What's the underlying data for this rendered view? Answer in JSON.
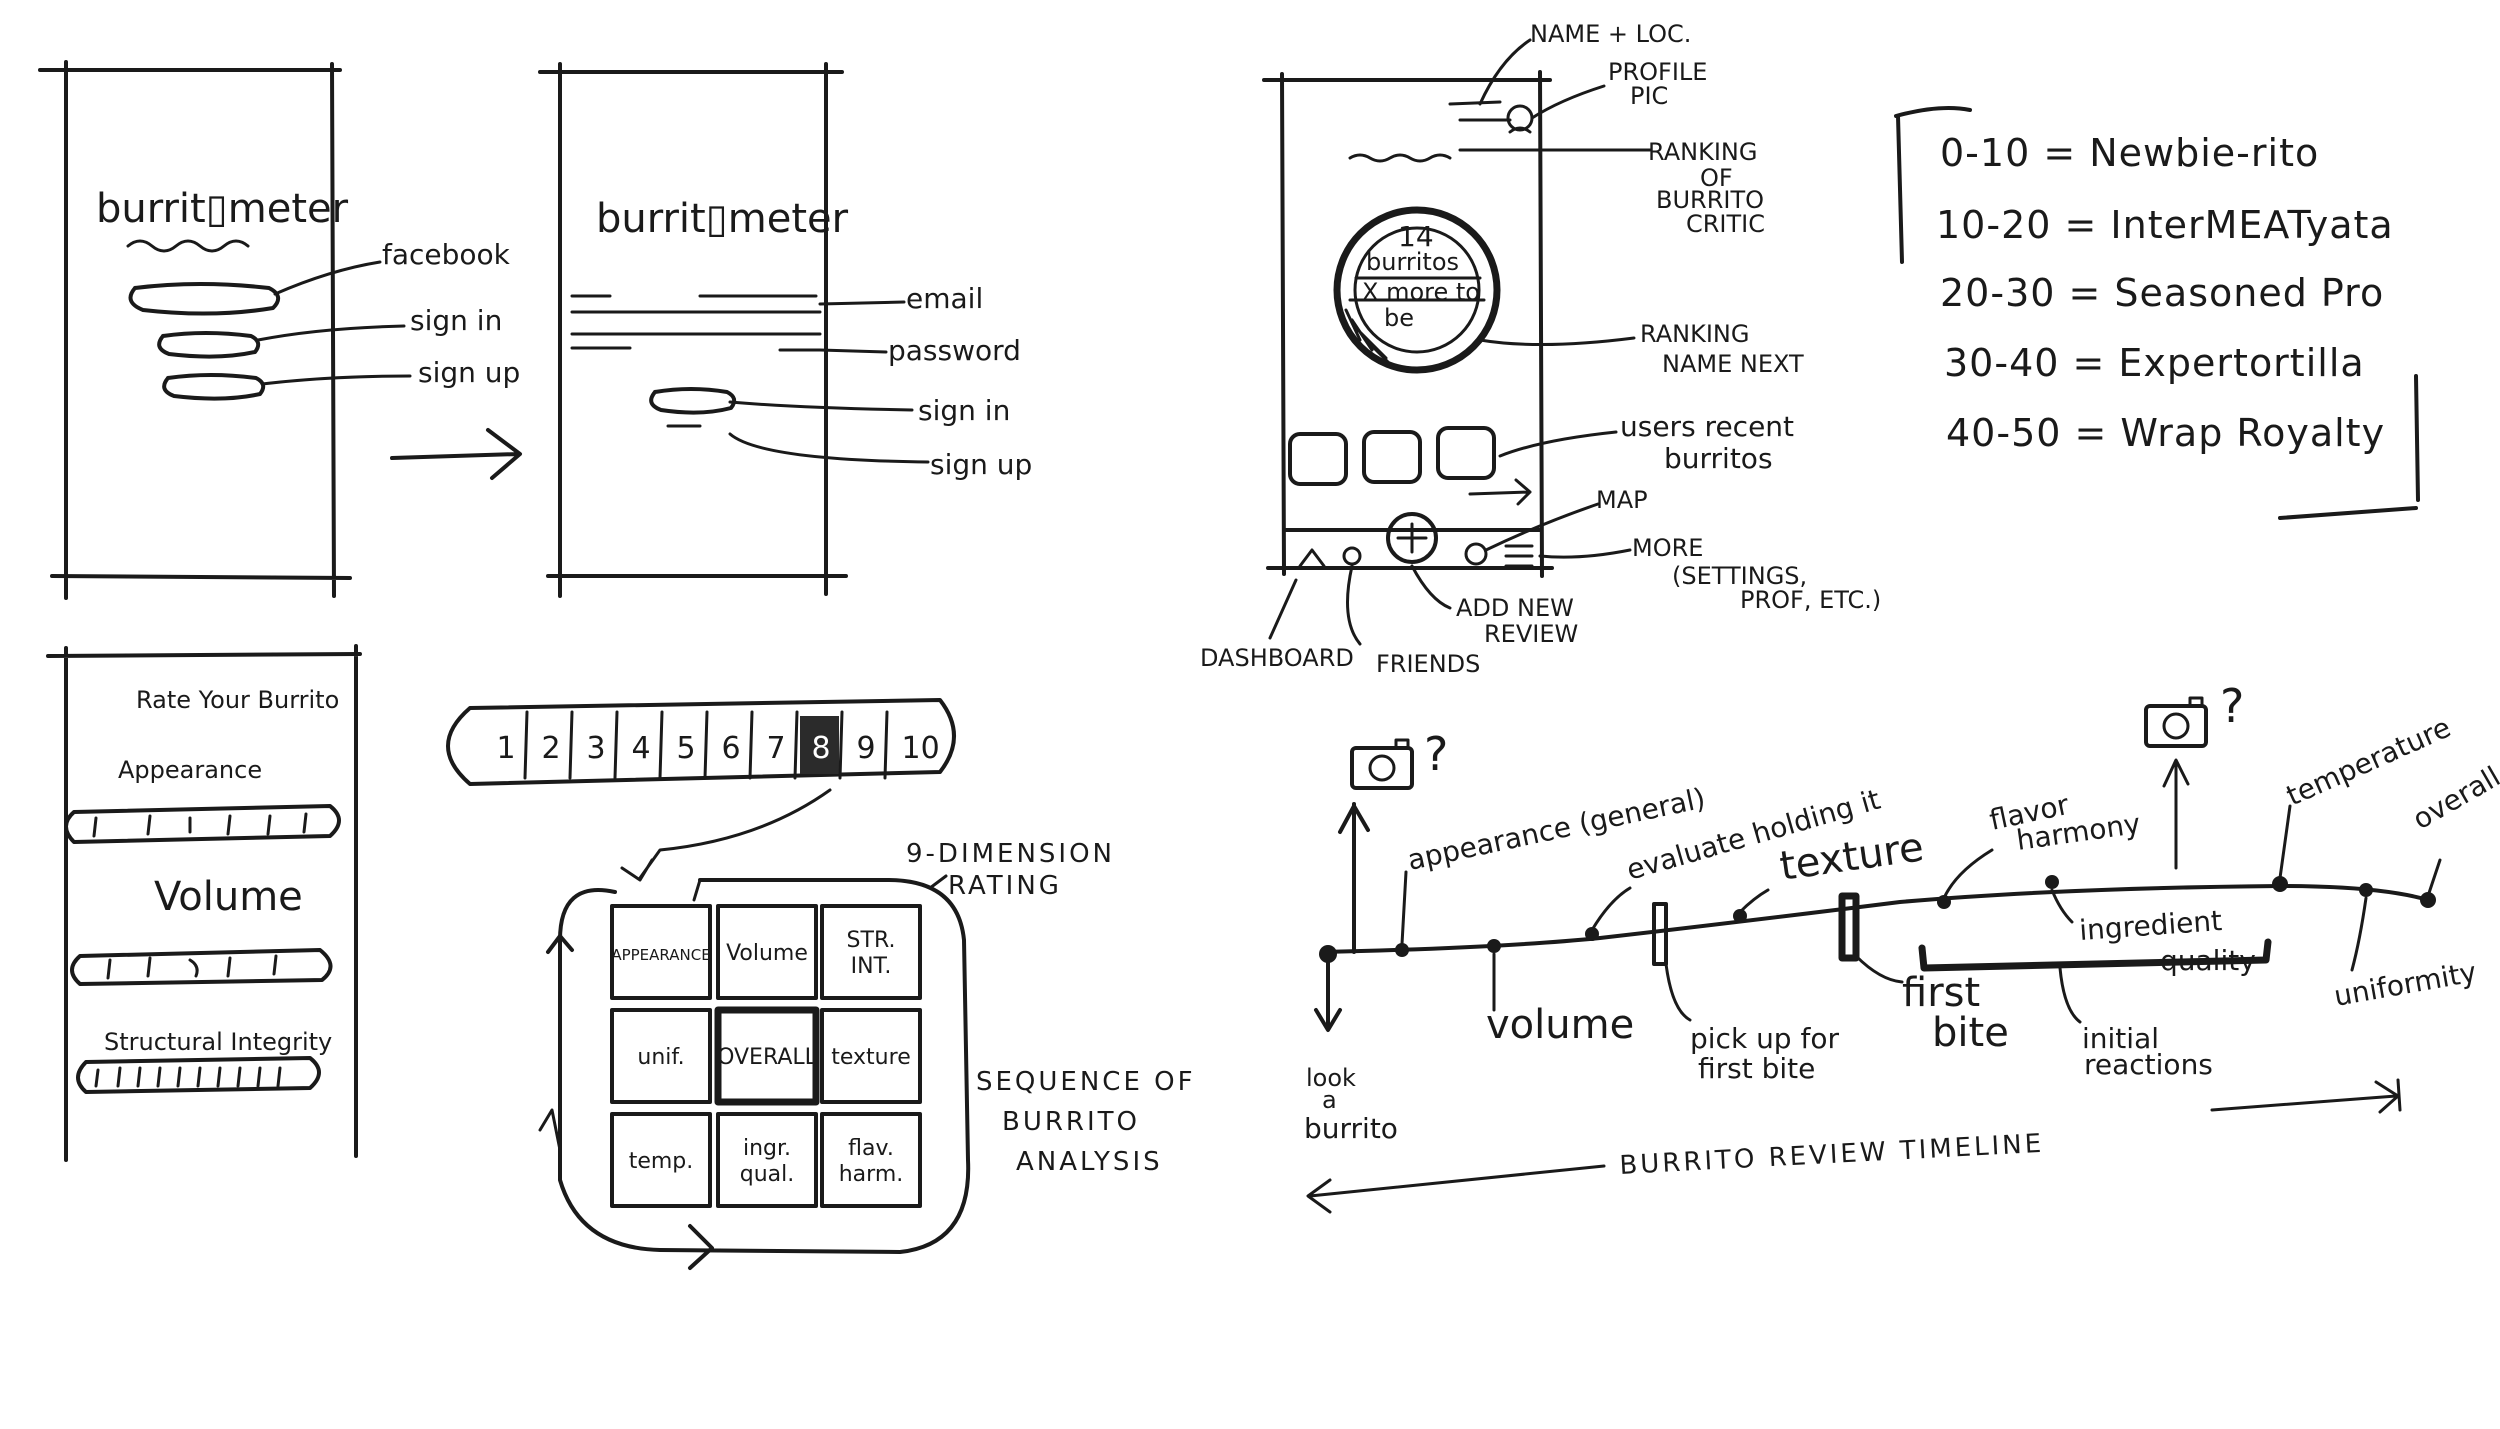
{
  "login_screen": {
    "logo": "burrit▯meter",
    "labels": [
      "facebook",
      "sign in",
      "sign up"
    ]
  },
  "signin_screen": {
    "logo": "burrit▯meter",
    "labels": [
      "email",
      "password",
      "sign in",
      "sign up"
    ]
  },
  "rate_screen": {
    "title": "Rate Your Burrito",
    "sections": [
      "Appearance",
      "Volume",
      "Structural Integrity"
    ]
  },
  "rating_bar": {
    "numbers": [
      "1",
      "2",
      "3",
      "4",
      "5",
      "6",
      "7",
      "8",
      "9",
      "10"
    ],
    "selected": "8"
  },
  "grid": {
    "title_line1": "9-DIMENSION",
    "title_line2": "RATING",
    "cells": [
      "APPEARANCE",
      "Volume",
      "STR. INT.",
      "unif.",
      "OVERALL",
      "texture",
      "temp.",
      "ingr. qual.",
      "flav. harm."
    ],
    "highlight": "OVERALL",
    "caption_line1": "SEQUENCE OF",
    "caption_line2": "BURRITO",
    "caption_line3": "ANALYSIS"
  },
  "dashboard": {
    "circle_count": "14",
    "circle_unit": "burritos",
    "circle_more_line1": "X more to",
    "circle_more_line2": "be",
    "annotations": {
      "name_loc": "NAME + LOC.",
      "profile_pic_1": "PROFILE",
      "profile_pic_2": "PIC",
      "ranking_1": "RANKING",
      "ranking_2": "OF",
      "ranking_3": "BURRITO",
      "ranking_4": "CRITIC",
      "next_1": "RANKING",
      "next_2": "NAME NEXT",
      "recent_1": "users recent",
      "recent_2": "burritos",
      "map": "MAP",
      "more_1": "MORE",
      "more_2": "(SETTINGS,",
      "more_3": "PROF, ETC.)",
      "add_1": "ADD NEW",
      "add_2": "REVIEW",
      "dashboard": "DASHBOARD",
      "friends": "FRIENDS"
    }
  },
  "ranks": [
    {
      "range": "0-10",
      "name": "Newbie-rito"
    },
    {
      "range": "10-20",
      "name": "InterMEATyata"
    },
    {
      "range": "20-30",
      "name": "Seasoned Pro"
    },
    {
      "range": "30-40",
      "name": "Expertortilla"
    },
    {
      "range": "40-50",
      "name": "Wrap Royalty"
    }
  ],
  "timeline": {
    "title": "BURRITO REVIEW TIMELINE",
    "q1": "?",
    "q2": "?",
    "above": [
      "appearance (general)",
      "evaluate holding it",
      "texture",
      "flavor",
      "harmony",
      "temperature",
      "overall"
    ],
    "below": [
      "look",
      "a",
      "burrito",
      "volume",
      "pick up for",
      "first bite",
      "first",
      "bite",
      "ingredient",
      "quality",
      "initial",
      "reactions",
      "uniformity"
    ]
  },
  "arrows": {
    "mid": "→"
  }
}
